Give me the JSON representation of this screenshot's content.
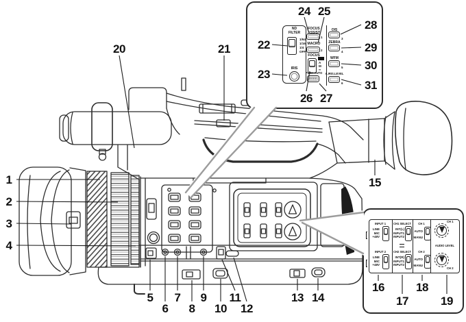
{
  "colors": {
    "ink": "#1f1f1f",
    "pointer_gray": "#9c9c9c",
    "background": "#ffffff"
  },
  "callouts": {
    "c1": "1",
    "c2": "2",
    "c3": "3",
    "c4": "4",
    "c5": "5",
    "c6": "6",
    "c7": "7",
    "c8": "8",
    "c9": "9",
    "c10": "10",
    "c11": "11",
    "c12": "12",
    "c13": "13",
    "c14": "14",
    "c15": "15",
    "c16": "16",
    "c17": "17",
    "c18": "18",
    "c19": "19",
    "c20": "20",
    "c21": "21",
    "c22": "22",
    "c23": "23",
    "c24": "24",
    "c25": "25",
    "c26": "26",
    "c27": "27",
    "c28": "28",
    "c29": "29",
    "c30": "30",
    "c31": "31"
  },
  "inset_top": {
    "nd_label": "ND\nFILTER",
    "nd_positions": [
      "1/64",
      "1/16",
      "1/4",
      "OFF"
    ],
    "iris": "IRIS",
    "focus_assist_label": "FOCUS\nASSIST",
    "focus_assist_user": "1",
    "macro": "MACRO",
    "macro_user": "2",
    "focus": "FOCUS",
    "focus_positions": [
      "A",
      "M",
      "∞"
    ],
    "push_auto": "PUSH AUTO",
    "ois": "OIS",
    "ois_user": "3",
    "zebra": "ZEBRA",
    "zebra_user": "4",
    "wfm": "WFM",
    "wfm_user": "5",
    "a_iris_level": "A.IRIS.LEVEL",
    "a_iris_level_user": "6"
  },
  "inset_audio": {
    "input1_title": "INPUT 1",
    "input2_title": "INPUT 2",
    "input_options": [
      "LINE",
      "MIC",
      "+48V"
    ],
    "ch1_select_title": "CH1 SELECT",
    "ch1_options": [
      "INT(L)",
      "INPUT1",
      "INPUT2"
    ],
    "ch2_select_title": "CH2 SELECT",
    "ch2_options": [
      "INT(R)",
      "INPUT1",
      "INPUT2"
    ],
    "ch1_title": "CH 1",
    "ch2_title": "CH 2",
    "level_options": [
      "AUTO",
      "MANU"
    ],
    "audio_level": "AUDIO LEVEL",
    "knob1_label": "CH 1",
    "knob2_label": "CH 2"
  }
}
